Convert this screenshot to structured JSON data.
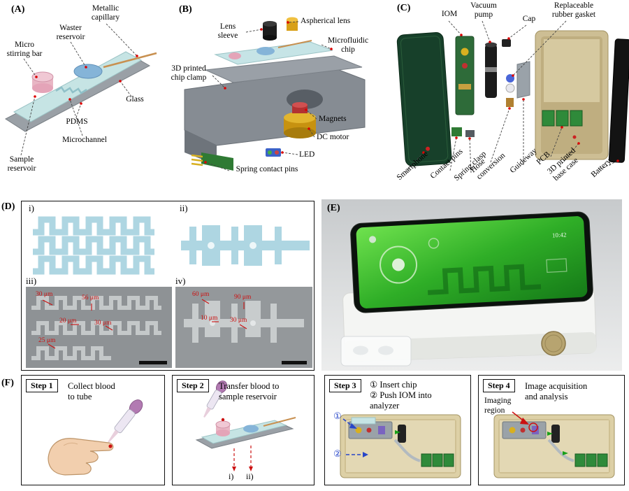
{
  "colors": {
    "chip_teal": "#c6e4e4",
    "glass_gray": "#9aa0a6",
    "reservoir_pink": "#e4a4b8",
    "reservoir_blue": "#85b4d8",
    "channel_light_blue": "#aed6e2",
    "annotation_red": "#cc1111",
    "arrow_blue": "#2746c8",
    "case_tan": "#d9cba2",
    "pcb_green": "#2f8a3a",
    "phone_dark_green": "#17402a",
    "screen_green": "#2fae27"
  },
  "panelA": {
    "tag": "(A)",
    "labels": {
      "metallic_capillary": "Metallic\ncapillary",
      "waste_reservoir": "Waster\nreservoir",
      "micro_stirring_bar": "Micro\nstirring bar",
      "glass": "Glass",
      "pdms": "PDMS",
      "microchannel": "Microchannel",
      "sample_reservoir": "Sample\nreservoir"
    }
  },
  "panelB": {
    "tag": "(B)",
    "labels": {
      "lens_sleeve": "Lens\nsleeve",
      "aspherical_lens": "Aspherical lens",
      "microfluidic_chip": "Microfluidic\nchip",
      "chip_clamp": "3D printed\nchip clamp",
      "magnets": "Magnets",
      "dc_motor": "DC motor",
      "led": "LED",
      "spring_contact_pins": "Spring contact pins"
    }
  },
  "panelC": {
    "tag": "(C)",
    "labels": {
      "iom": "IOM",
      "vacuum_pump": "Vacuum\npump",
      "cap": "Cap",
      "rubber_gasket": "Replaceable\nrubber gasket",
      "smartphone": "Smartphone",
      "contact_pins": "Contact pins",
      "spring_clasp": "Spring clasp",
      "hose_conversion": "Hose\nconversion",
      "guideway": "Guideway",
      "pcb": "PCB",
      "base_case": "3D printed\nbase case",
      "battery": "Battery"
    }
  },
  "panelD": {
    "tag": "(D)",
    "subpanels": {
      "i": "i)",
      "ii": "ii)",
      "iii": "iii)",
      "iv": "iv)"
    },
    "measurements_iii": [
      "30 μm",
      "56 μm",
      "20 μm",
      "30 μm",
      "25 μm"
    ],
    "measurements_iv": [
      "60 μm",
      "90 μm",
      "10 μm",
      "30 μm"
    ]
  },
  "panelE": {
    "tag": "(E)",
    "phone_clock": "10:42"
  },
  "panelF": {
    "tag": "(F)",
    "step1": {
      "header": "Step 1",
      "text": "Collect blood\nto tube"
    },
    "step2": {
      "header": "Step 2",
      "text": "Transfer blood to\nsample reservoir",
      "label_i": "i)",
      "label_ii": "ii)"
    },
    "step3": {
      "header": "Step 3",
      "text": "① Insert chip\n② Push IOM into\nanalyzer",
      "marker_1": "①",
      "marker_2": "②"
    },
    "step4": {
      "header": "Step 4",
      "text": "Image acquisition\nand analysis",
      "imaging_region": "Imaging\nregion"
    }
  }
}
